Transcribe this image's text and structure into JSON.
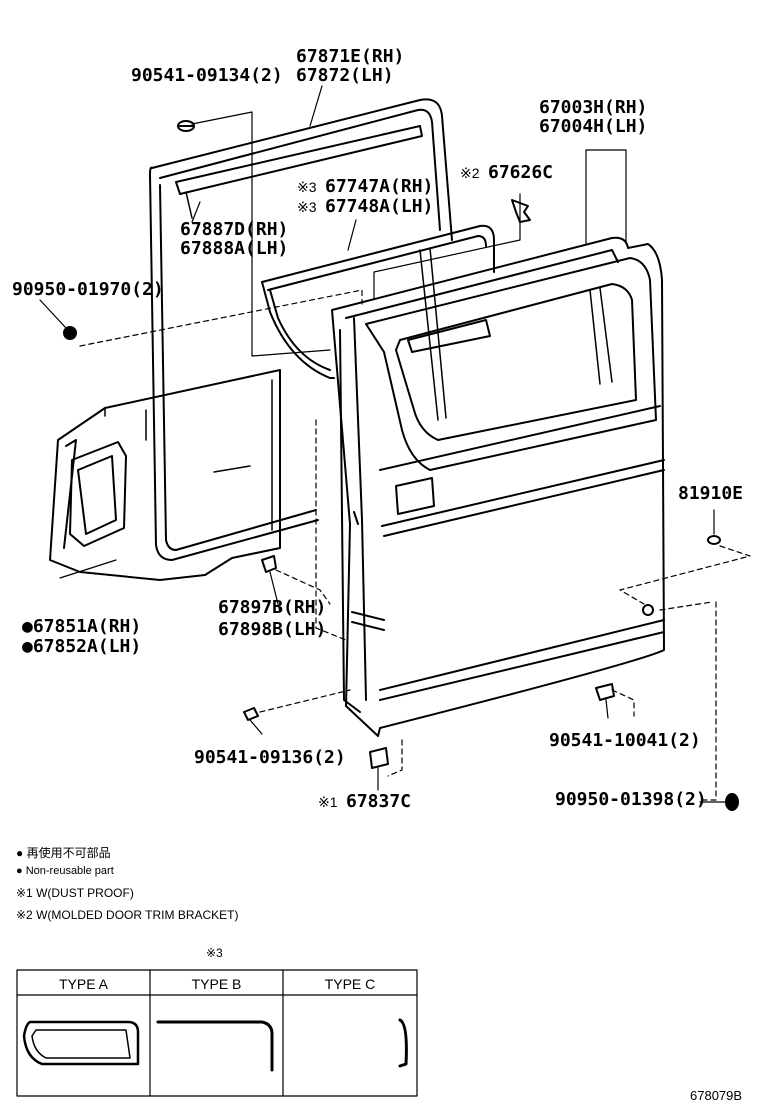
{
  "parts": {
    "p90541_09134": "90541-09134(2)",
    "p67871E": "67871E(RH)",
    "p67872": "67872(LH)",
    "p67003H": "67003H(RH)",
    "p67004H": "67004H(LH)",
    "p67626C_mark": "※2",
    "p67626C": "67626C",
    "p67747A_mark": "※3",
    "p67747A": "67747A(RH)",
    "p67748A_mark": "※3",
    "p67748A": "67748A(LH)",
    "p67887D": "67887D(RH)",
    "p67888A": "67888A(LH)",
    "p90950_01970": "90950-01970(2)",
    "p81910E": "81910E",
    "p67851A": "●67851A(RH)",
    "p67852A": "●67852A(LH)",
    "p67897B": "67897B(RH)",
    "p67898B": "67898B(LH)",
    "p90541_10041": "90541-10041(2)",
    "p90541_09136": "90541-09136(2)",
    "p67837C_mark": "※1",
    "p67837C": "67837C",
    "p90950_01398": "90950-01398(2)"
  },
  "notes": {
    "nonreusable_jp": "● 再使用不可部品",
    "nonreusable_en": "● Non-reusable part",
    "note1": "※1 W(DUST PROOF)",
    "note2": "※2 W(MOLDED DOOR TRIM BRACKET)"
  },
  "types_table": {
    "mark": "※3",
    "headers": [
      "TYPE A",
      "TYPE B",
      "TYPE C"
    ]
  },
  "diagram_id": "678079B"
}
